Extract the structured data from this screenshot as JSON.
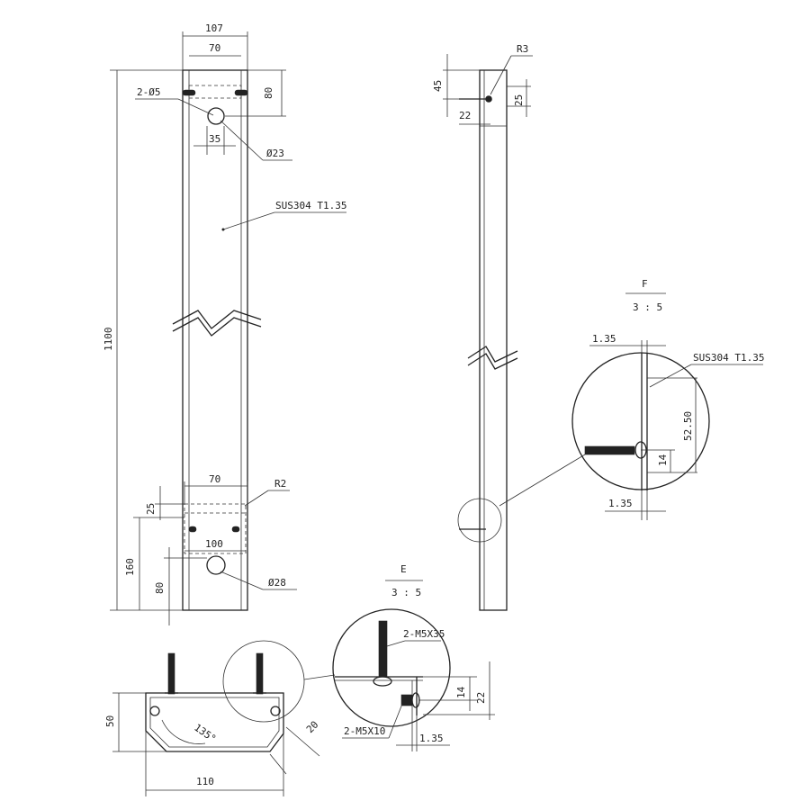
{
  "front_view": {
    "dim_width_outer": "107",
    "dim_width_inner": "70",
    "dim_top_height": "80",
    "dim_holes_top": "2-Ø5",
    "dim_hole_spacing_top": "35",
    "dim_hole_top_dia": "Ø23",
    "material_label": "SUS304 T1.35",
    "dim_total_height": "1100",
    "dim_bottom_width": "70",
    "dim_bottom_radius": "R2",
    "dim_bottom_25": "25",
    "dim_bottom_100": "100",
    "dim_bottom_160": "160",
    "dim_bottom_80": "80",
    "dim_hole_bottom_dia": "Ø28"
  },
  "side_view": {
    "dim_radius": "R3",
    "dim_45": "45",
    "dim_25": "25",
    "dim_22": "22"
  },
  "detail_f": {
    "title": "F",
    "scale": "3 : 5",
    "dim_thickness_top": "1.35",
    "material_label": "SUS304 T1.35",
    "dim_52_50": "52.50",
    "dim_14": "14",
    "dim_thickness_bottom": "1.35"
  },
  "section_view": {
    "dim_height": "50",
    "dim_angle": "135°",
    "dim_chamfer": "20",
    "dim_width": "110"
  },
  "detail_e": {
    "title": "E",
    "scale": "3 : 5",
    "label_bolt_long": "2-M5X35",
    "label_bolt_short": "2-M5X10",
    "dim_14": "14",
    "dim_22": "22",
    "dim_thickness": "1.35"
  }
}
